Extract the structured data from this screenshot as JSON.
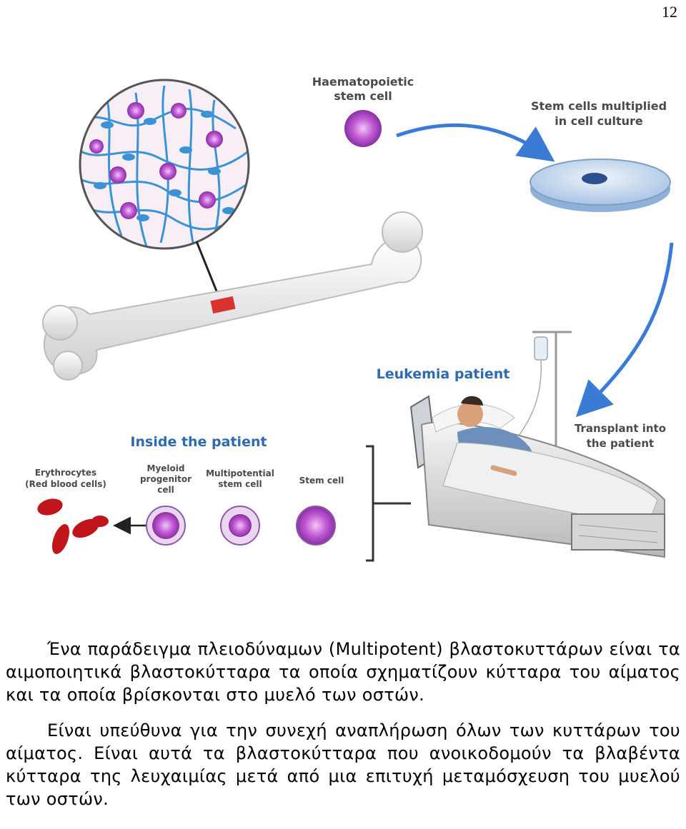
{
  "page": {
    "number": "12"
  },
  "figure": {
    "labels": {
      "haematopoietic_line1": "Haematopoietic",
      "haematopoietic_line2": "stem cell",
      "multiplied_line1": "Stem cells multiplied",
      "multiplied_line2": "in cell culture",
      "leukemia_patient": "Leukemia patient",
      "transplant_line1": "Transplant into",
      "transplant_line2": "the patient",
      "inside_patient": "Inside the patient",
      "erythrocytes_line1": "Erythrocytes",
      "erythrocytes_line2": "(Red blood cells)",
      "myeloid_line1": "Myeloid",
      "myeloid_line2": "progenitor",
      "myeloid_line3": "cell",
      "multipotential_line1": "Multipotential",
      "multipotential_line2": "stem cell",
      "stem_cell": "Stem cell"
    },
    "colors": {
      "stem_cell": "#b44ec8",
      "red_cell": "#c0161b",
      "arrow_blue": "#3a7bd5",
      "bone": "#ececec",
      "label_blue": "#2f6ab0",
      "label_gray": "#4a4a4a"
    }
  },
  "text": {
    "paragraph1": "Ένα παράδειγμα πλειοδύναμων (Multipotent) βλαστοκυττάρων είναι τα αιμοποιητικά βλαστοκύτταρα τα οποία σχηματίζουν κύτταρα του αίματος και τα οποία βρίσκονται στο μυελό των οστών.",
    "paragraph2": "Είναι υπεύθυνα για την συνεχή αναπλήρωση όλων των κυττάρων του αίματος. Είναι αυτά τα βλαστοκύτταρα που ανοικοδομούν τα βλαβέντα κύτταρα της λευχαιμίας μετά από μια επιτυχή μεταμόσχευση του μυελού των οστών."
  }
}
